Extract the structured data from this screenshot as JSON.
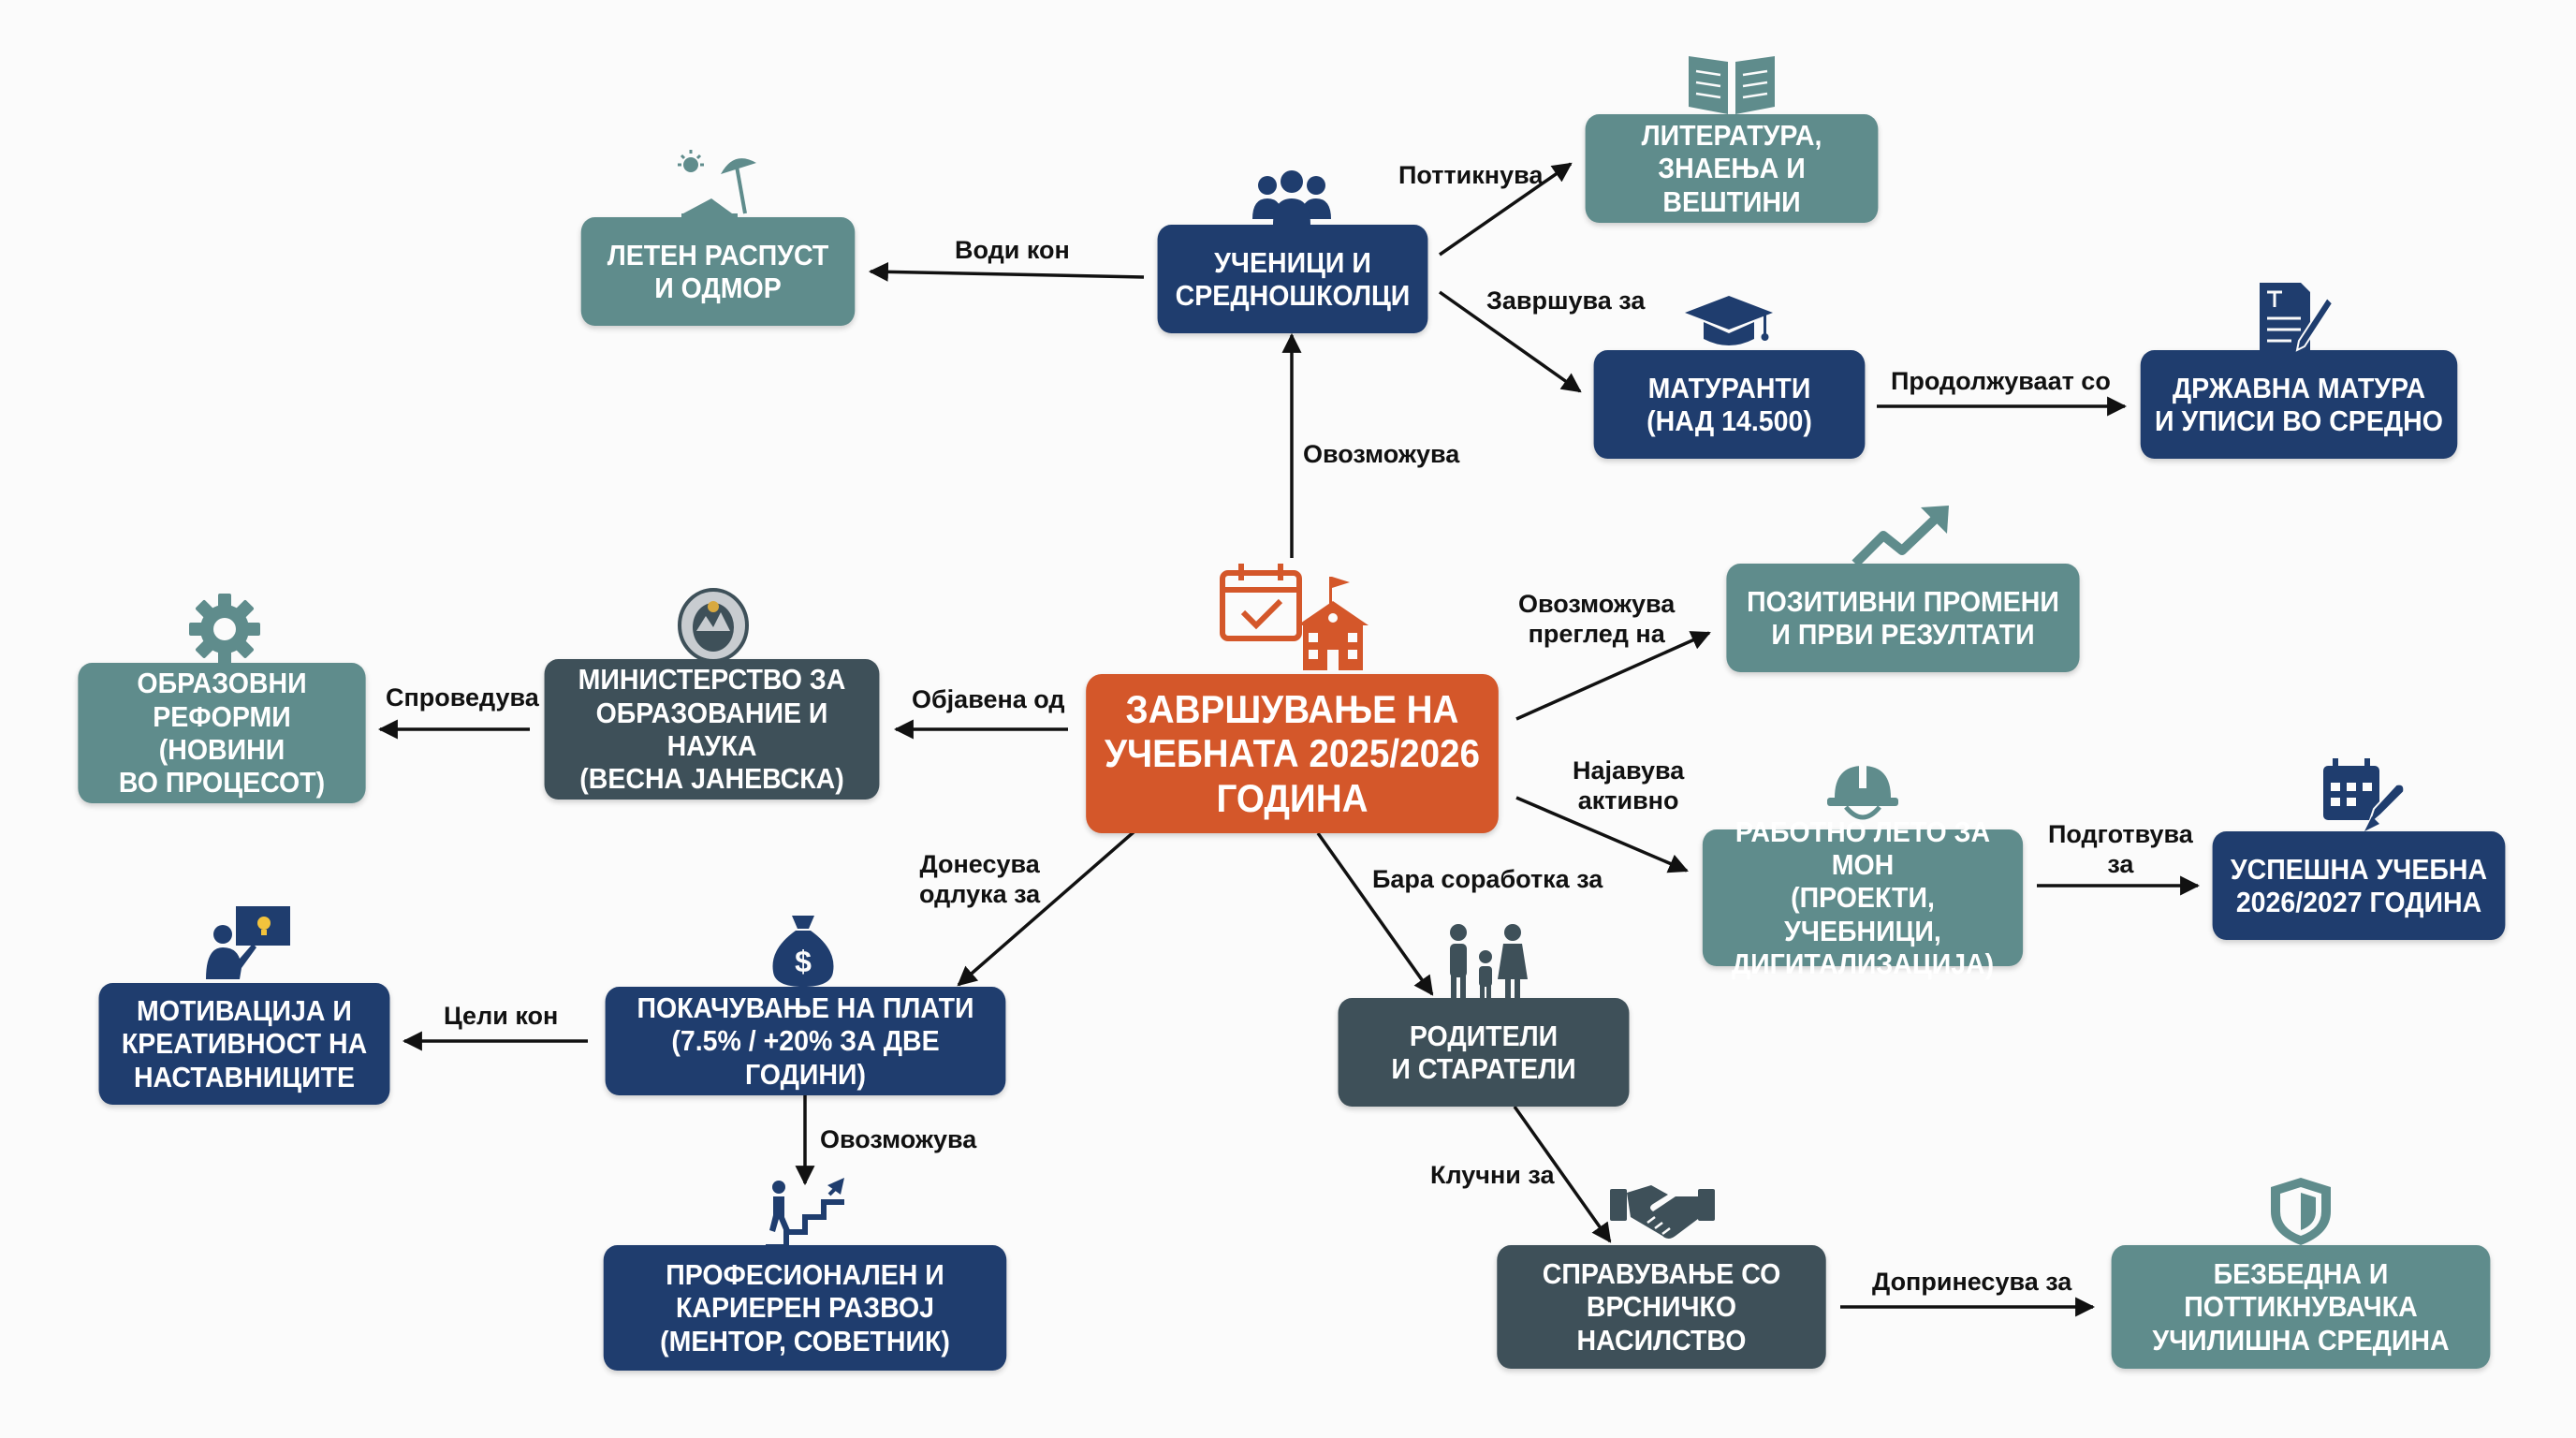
{
  "central": {
    "line1": "ЗАВРШУВАЊЕ НА",
    "line2": "УЧЕБНАТА 2025/2026",
    "line3": "ГОДИНА"
  },
  "nodes": {
    "ucenici": {
      "line1": "УЧЕНИЦИ И",
      "line2": "СРЕДНОШКОЛЦИ"
    },
    "leten": {
      "line1": "ЛЕТЕН РАСПУСТ",
      "line2": "И ОДМОР"
    },
    "literatura": {
      "line1": "ЛИТЕРАТУРА,",
      "line2": "ЗНАЕЊА И ВЕШТИНИ"
    },
    "maturanti": {
      "line1": "МАТУРАНТИ",
      "line2": "(НАД 14.500)"
    },
    "drzavna": {
      "line1": "ДРЖАВНА МАТУРА",
      "line2": "И УПИСИ ВО СРЕДНО"
    },
    "pozitivni": {
      "line1": "ПОЗИТИВНИ ПРОМЕНИ",
      "line2": "И ПРВИ РЕЗУЛТАТИ"
    },
    "ministerstvo": {
      "line1": "МИНИСТЕРСТВО ЗА",
      "line2": "ОБРАЗОВАНИЕ И НАУКА",
      "line3": "(ВЕСНА ЈАНЕВСКА)"
    },
    "reformi": {
      "line1": "ОБРАЗОВНИ",
      "line2": "РЕФОРМИ (НОВИНИ",
      "line3": "ВО ПРОЦЕСОТ)"
    },
    "rabotno": {
      "line1": "РАБОТНО ЛЕТО ЗА МОН",
      "line2": "(ПРОЕКТИ, УЧЕБНИЦИ,",
      "line3": "ДИГИТАЛИЗАЦИЈА)"
    },
    "uspesna": {
      "line1": "УСПЕШНА УЧЕБНА",
      "line2": "2026/2027 ГОДИНА"
    },
    "plati": {
      "line1": "ПОКАЧУВАЊЕ НА ПЛАТИ",
      "line2": "(7.5% / +20% ЗА ДВЕ ГОДИНИ)"
    },
    "motivacija": {
      "line1": "МОТИВАЦИЈА И",
      "line2": "КРЕАТИВНОСТ НА",
      "line3": "НАСТАВНИЦИТЕ"
    },
    "profesionalen": {
      "line1": "ПРОФЕСИОНАЛЕН И",
      "line2": "КАРИЕРЕН РАЗВОЈ",
      "line3": "(МЕНТОР, СОВЕТНИК)"
    },
    "roditeli": {
      "line1": "РОДИТЕЛИ",
      "line2": "И СТАРАТЕЛИ"
    },
    "sprav": {
      "line1": "СПРАВУВАЊЕ СО",
      "line2": "ВРСНИЧКО",
      "line3": "НАСИЛСТВО"
    },
    "bezbedna": {
      "line1": "БЕЗБЕДНА И",
      "line2": "ПОТТИКНУВАЧКА",
      "line3": "УЧИЛИШНА СРЕДИНА"
    }
  },
  "edges": {
    "vodi_kon": "Води кон",
    "pottiknuva": "Поттикнува",
    "zavrsuva_za": "Завршува за",
    "prodolzuvaat_so": "Продолжуваат со",
    "ovozmozuva_up": "Овозможува",
    "ovozmozuva_pregled": {
      "line1": "Овозможува",
      "line2": "преглед на"
    },
    "objavena_od": "Објавена од",
    "sproveduva": "Спроведува",
    "najavuva": {
      "line1": "Најавува",
      "line2": "активно"
    },
    "podgotvuva": {
      "line1": "Подготвува",
      "line2": "за"
    },
    "donesuva": {
      "line1": "Донесува",
      "line2": "одлука за"
    },
    "bara": "Бара соработка за",
    "celi_kon": "Цели кон",
    "ovozmozuva_down": "Овозможува",
    "klucni_za": "Клучни за",
    "doprinesuva": "Допринесува за"
  },
  "colors": {
    "navy": "#1f3d6e",
    "teal": "#5f8c8c",
    "slate": "#3e5059",
    "orange": "#d4572a",
    "icon_navy": "#1f3d6e",
    "icon_teal": "#5f8c8c"
  },
  "icons": [
    "people-icon",
    "beach-umbrella-icon",
    "open-book-icon",
    "graduation-cap-icon",
    "exam-paper-icon",
    "trend-arrow-icon",
    "calendar-school-icon",
    "coat-of-arms-icon",
    "gear-icon",
    "hard-hat-icon",
    "calendar-rocket-icon",
    "money-bag-icon",
    "teacher-board-icon",
    "career-stairs-icon",
    "family-icon",
    "handshake-icon",
    "shield-icon"
  ]
}
